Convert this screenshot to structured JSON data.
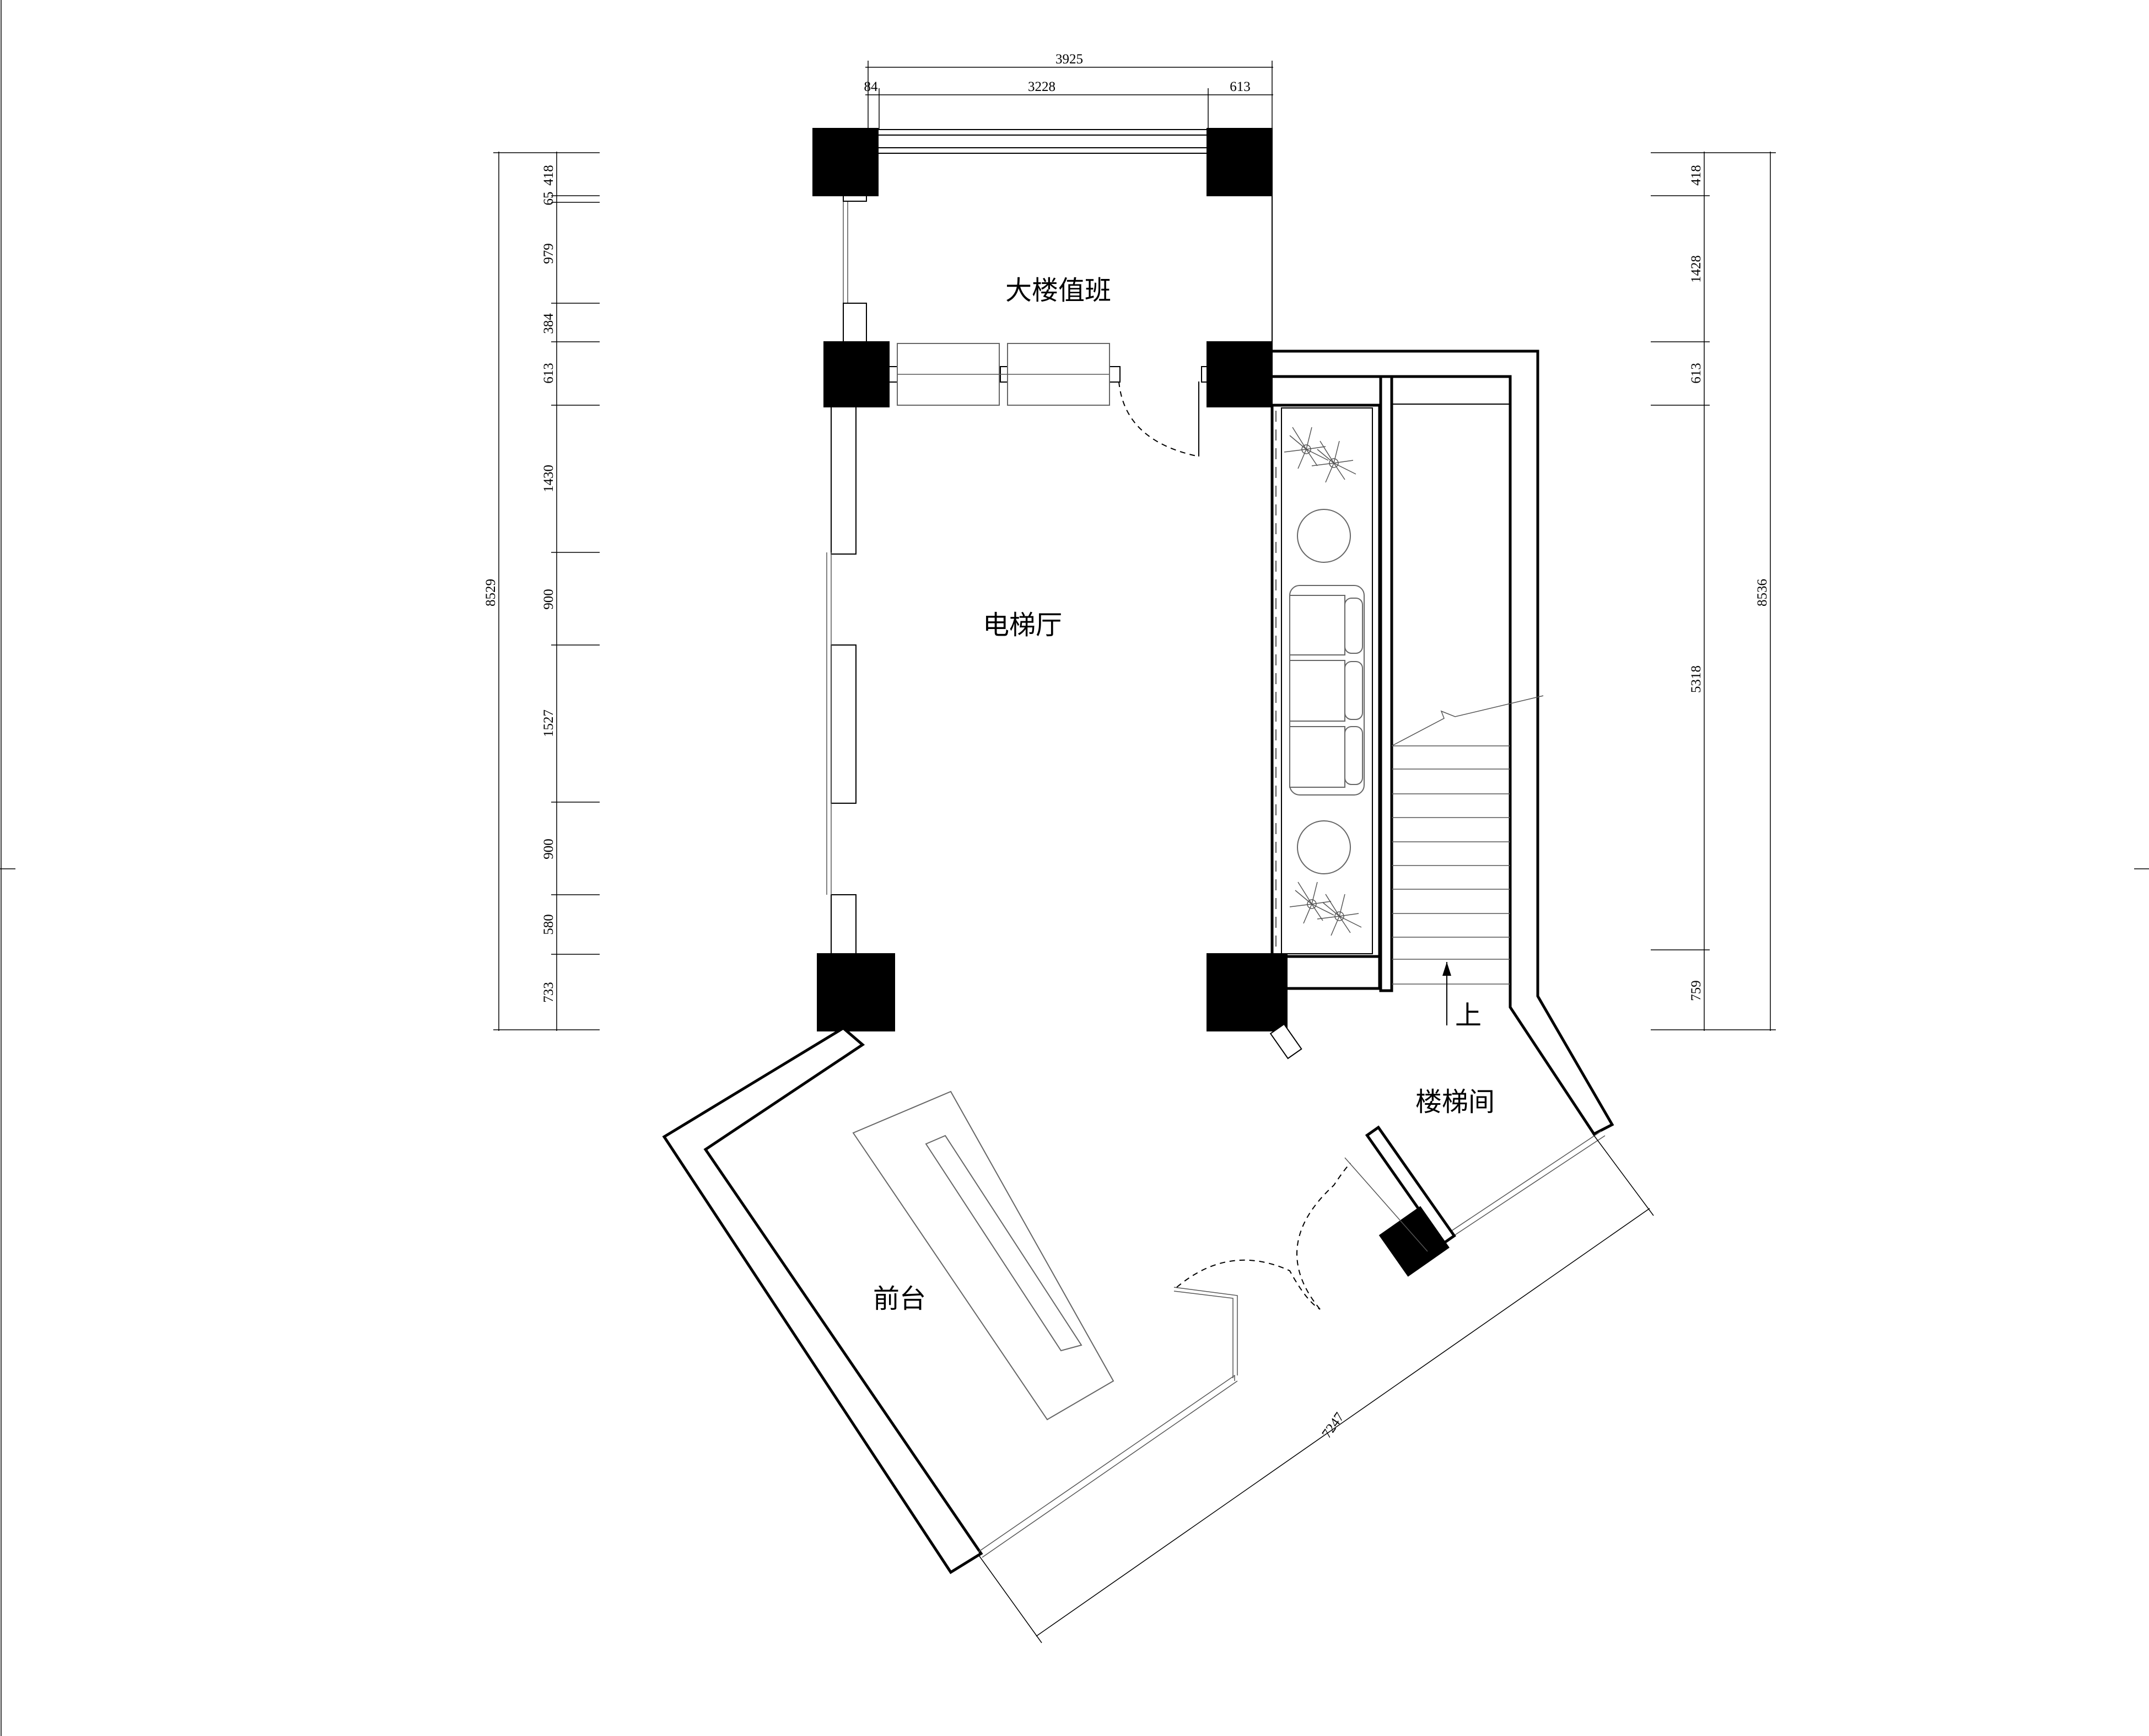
{
  "rooms": {
    "duty": "大楼值班",
    "elevator_hall": "电梯厅",
    "stairwell": "楼梯间",
    "reception": "前台"
  },
  "stair_direction": "上",
  "dimensions": {
    "top_total": "3925",
    "top_segments": [
      "84",
      "3228",
      "613"
    ],
    "left_total": "8529",
    "left_segments": [
      "418",
      "65",
      "979",
      "384",
      "613",
      "1430",
      "900",
      "1527",
      "900",
      "580",
      "733"
    ],
    "right_total": "8536",
    "right_segments": [
      "418",
      "1428",
      "613",
      "5318",
      "759"
    ],
    "bottom_diagonal": "7247"
  }
}
